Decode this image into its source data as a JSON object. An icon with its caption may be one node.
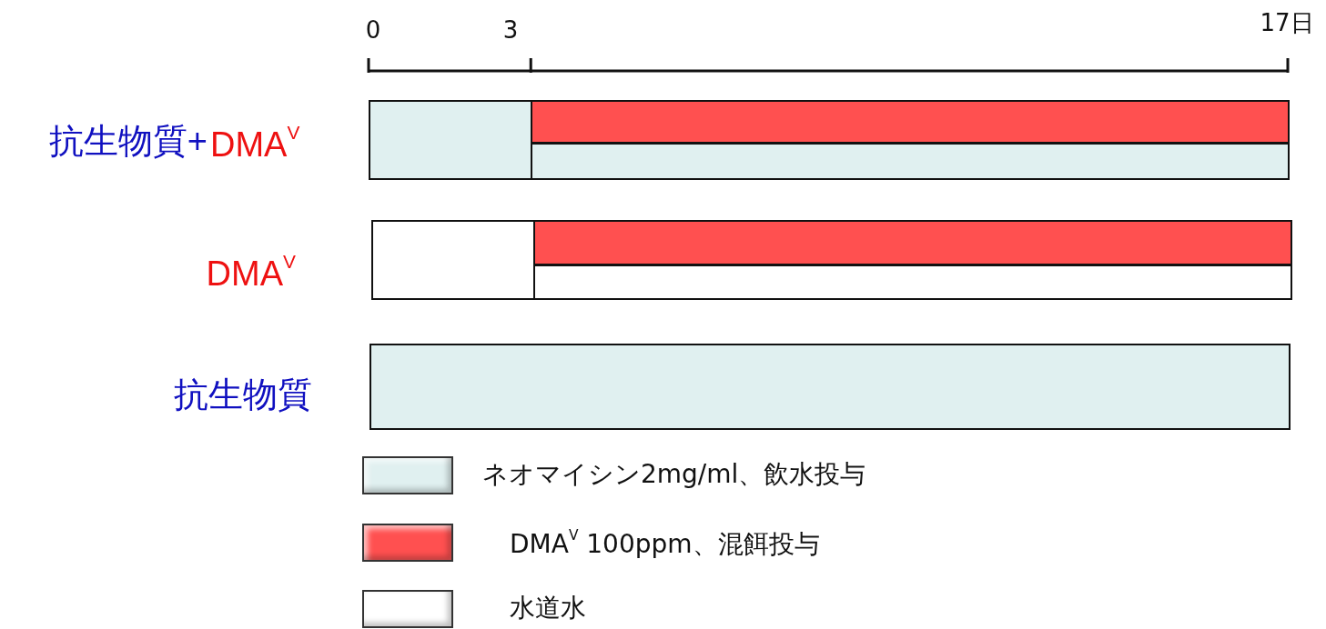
{
  "diagram": {
    "nodes": [
      {
        "text": [],
        "shape": "bar"
      },
      {
        "text": [],
        "shape": "bar"
      },
      {
        "text": [],
        "shape": "bar"
      },
      {
        "text": [],
        "shape": "bar"
      },
      {
        "text": [],
        "shape": "bar"
      },
      {
        "text": [],
        "shape": "bar"
      },
      {
        "text": [],
        "shape": "bar"
      }
    ],
    "edges": [],
    "labels": [
      "0",
      "3",
      "17日",
      "抗生物質+",
      "DMA$^{V}$",
      "DMA$^{V}$",
      "抗生物質"
    ],
    "legend": [
      {
        "text": "ネオマイシン2mg/ml、飲水投与",
        "color": "#e0f0f0"
      },
      {
        "text": "DMA$^{V}$ 100ppm、混餌投与",
        "color": "#ff5050"
      },
      {
        "text": "水道水",
        "color": "#ffffff"
      }
    ]
  }
}
